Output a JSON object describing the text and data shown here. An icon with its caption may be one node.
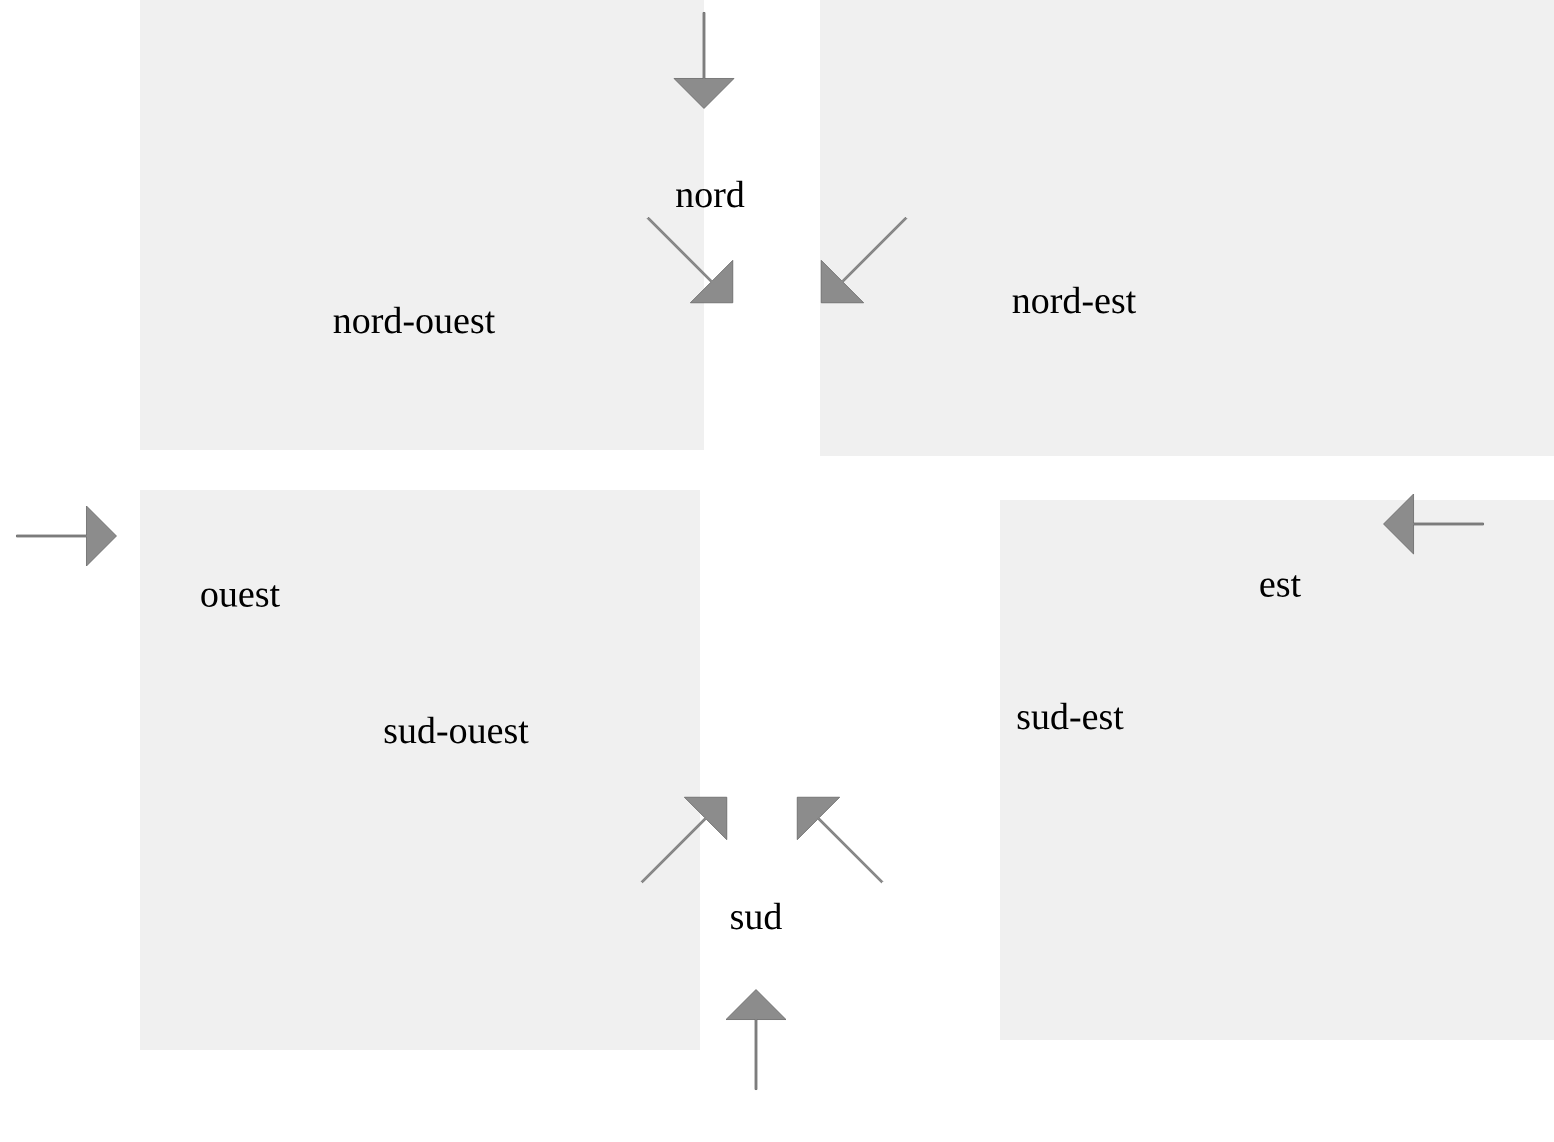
{
  "diagram": {
    "labels": [
      "nord",
      "nord-ouest",
      "nord-est",
      "ouest",
      "est",
      "sud-ouest",
      "sud-est",
      "sud"
    ]
  }
}
